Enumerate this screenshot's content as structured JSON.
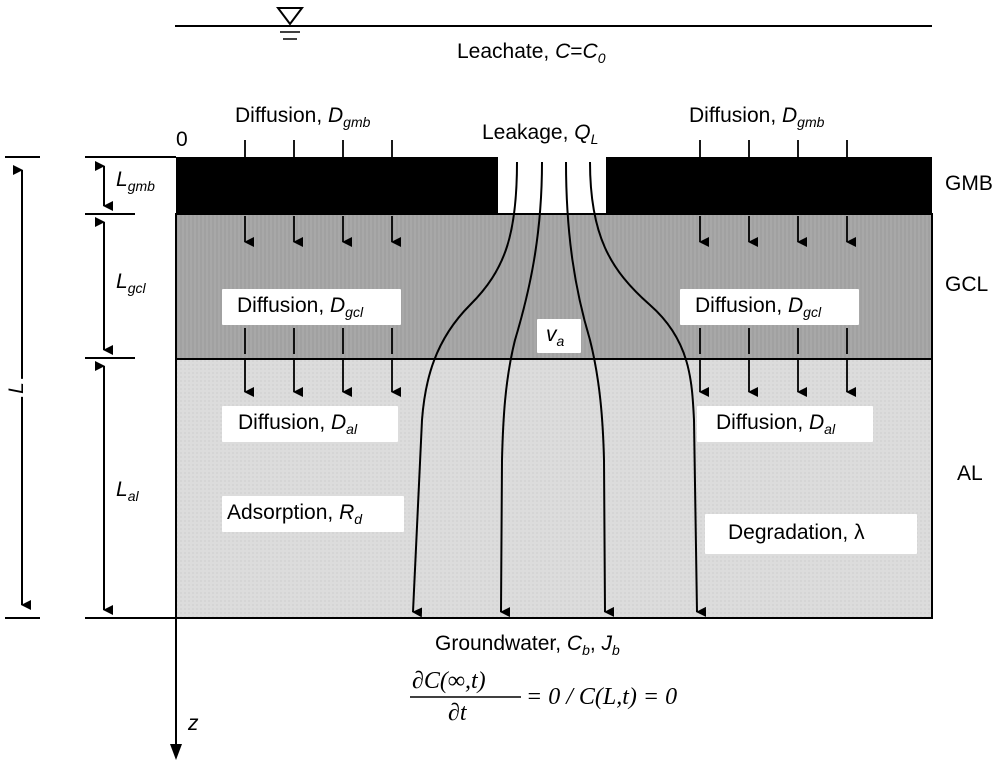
{
  "top": {
    "leachate_label": "Leachate, ",
    "leachate_symbol": "C",
    "leachate_eq": "=",
    "leachate_value": "C",
    "leachate_value_sub": "0",
    "origin": "0",
    "diffusion_gmb_left": "Diffusion, ",
    "diffusion_gmb_left_sym": "D",
    "diffusion_gmb_left_sub": "gmb",
    "diffusion_gmb_right": "Diffusion, ",
    "diffusion_gmb_right_sym": "D",
    "diffusion_gmb_right_sub": "gmb",
    "leakage": "Leakage, ",
    "leakage_sym": "Q",
    "leakage_sub": "L"
  },
  "layers": {
    "gmb": "GMB",
    "gcl": "GCL",
    "al": "AL"
  },
  "dimensions": {
    "L": "L",
    "L_gmb": "L",
    "L_gmb_sub": "gmb",
    "L_gcl": "L",
    "L_gcl_sub": "gcl",
    "L_al": "L",
    "L_al_sub": "al"
  },
  "boxes": {
    "gcl_left": "Diffusion, ",
    "gcl_left_sym": "D",
    "gcl_left_sub": "gcl",
    "gcl_right": "Diffusion, ",
    "gcl_right_sym": "D",
    "gcl_right_sub": "gcl",
    "va_sym": "v",
    "va_sub": "a",
    "al_left": "Diffusion, ",
    "al_left_sym": "D",
    "al_left_sub": "al",
    "al_right": "Diffusion, ",
    "al_right_sym": "D",
    "al_right_sub": "al",
    "adsorption": "Adsorption, ",
    "adsorption_sym": "R",
    "adsorption_sub": "d",
    "degradation": "Degradation, ",
    "degradation_sym": "λ"
  },
  "bottom": {
    "groundwater": "Groundwater, ",
    "cb_sym": "C",
    "cb_sub": "b",
    "sep": ", ",
    "jb_sym": "J",
    "jb_sub": "b",
    "numerator": "∂C(∞,t)",
    "denominator": "∂t",
    "rhs": "= 0 / C(L,t) = 0",
    "z_axis": "z"
  },
  "colors": {
    "gmb_fill": "#000000",
    "gcl_fill": "#a9a9a9",
    "al_fill": "#d9d9d9"
  }
}
